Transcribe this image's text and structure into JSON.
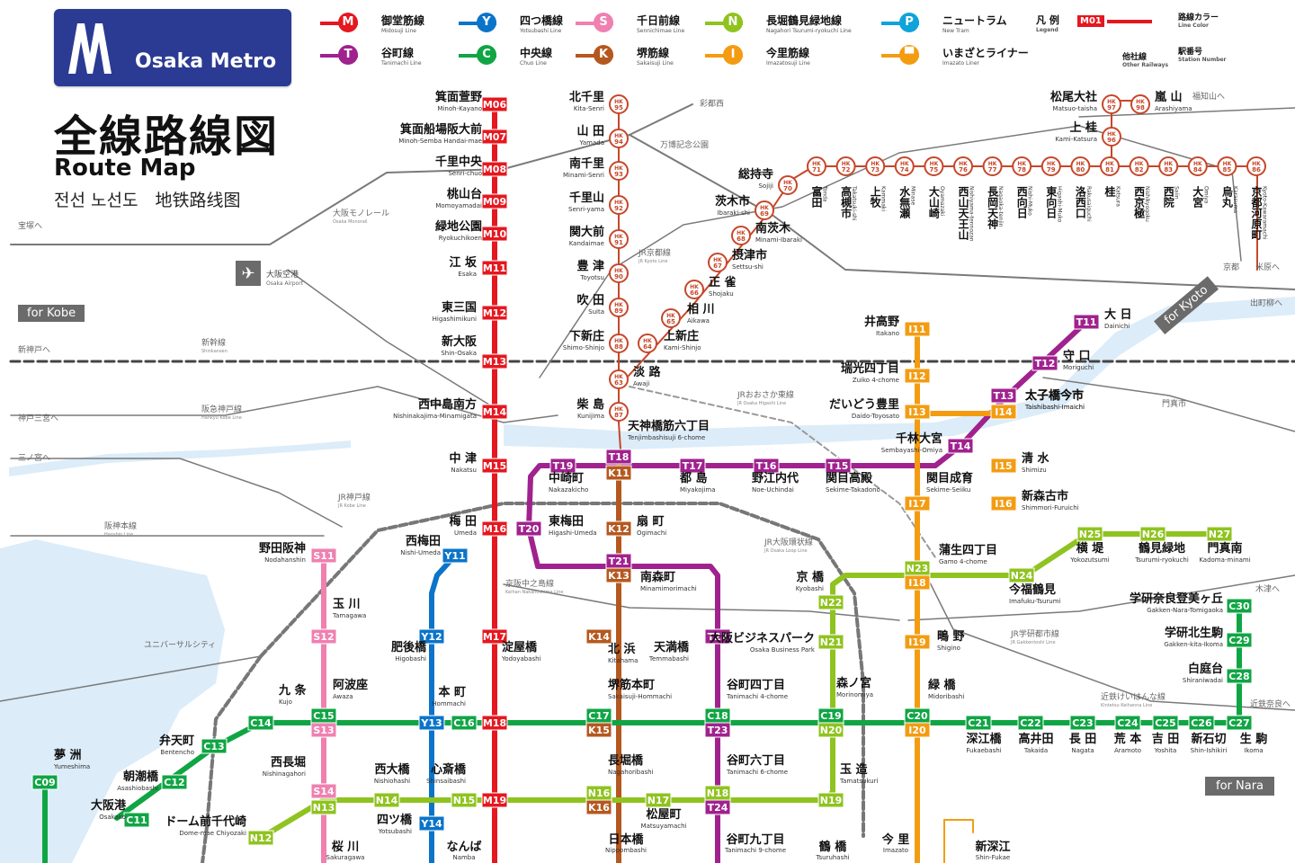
{
  "brand": {
    "logo_text": "Osaka Metro",
    "title": "全線路線図",
    "subtitle_en": "Route Map",
    "subtitle_multi": "전선 노선도　地铁路线图"
  },
  "colors": {
    "midosuji": "#e5171f",
    "tanimachi": "#a0228e",
    "yotsubashi": "#0b74c9",
    "chuo": "#10a544",
    "sennichimae": "#ef80b0",
    "sakaisuji": "#b5581f",
    "nagahori": "#8fc31f",
    "imazatosuji": "#f39c12",
    "newtram": "#0ea3d9",
    "hankyu": "#c6472a",
    "other": "#7a7a7a",
    "logo_bg": "#2b3a92"
  },
  "legend": [
    {
      "badge": "M",
      "name": "御堂筋線",
      "sub": "Midosuji Line",
      "color_key": "midosuji"
    },
    {
      "badge": "Y",
      "name": "四つ橋線",
      "sub": "Yotsubashi Line",
      "color_key": "yotsubashi"
    },
    {
      "badge": "S",
      "name": "千日前線",
      "sub": "Sennichimae Line",
      "color_key": "sennichimae"
    },
    {
      "badge": "N",
      "name": "長堀鶴見緑地線",
      "sub": "Nagahori Tsurumi-ryokuchi Line",
      "color_key": "nagahori"
    },
    {
      "badge": "P",
      "name": "ニュートラム",
      "sub": "New Tram",
      "color_key": "newtram"
    },
    {
      "badge": "T",
      "name": "谷町線",
      "sub": "Tanimachi Line",
      "color_key": "tanimachi"
    },
    {
      "badge": "C",
      "name": "中央線",
      "sub": "Chuo Line",
      "color_key": "chuo"
    },
    {
      "badge": "K",
      "name": "堺筋線",
      "sub": "Sakaisuji Line",
      "color_key": "sakaisuji"
    },
    {
      "badge": "I",
      "name": "今里筋線",
      "sub": "Imazatosuji Line",
      "color_key": "imazatosuji"
    },
    {
      "badge": "",
      "name": "いまざとライナー",
      "sub": "Imazato Liner",
      "color_key": "imazatosuji"
    }
  ],
  "key": {
    "heading": "凡 例",
    "heading_sub": "Legend",
    "sample_badge": "M01",
    "line_color": "路線カラー",
    "line_color_sub": "Line Color",
    "station_number": "駅番号",
    "station_number_sub": "Station Number",
    "other_railways": "他社線",
    "other_railways_sub": "Other Railways"
  },
  "signs": {
    "kobe": "for Kobe",
    "kyoto": "for Kyoto",
    "nara": "for Nara"
  },
  "airport": {
    "name": "大阪空港",
    "sub": "Osaka Airport"
  },
  "stations": [
    {
      "code": "M06",
      "ja": "箕面萱野",
      "en": "Minoh-Kayano",
      "line": "midosuji"
    },
    {
      "code": "M07",
      "ja": "箕面船場阪大前",
      "en": "Minoh-Semba Handai-mae",
      "line": "midosuji"
    },
    {
      "code": "M08",
      "ja": "千里中央",
      "en": "Senri-chuo",
      "line": "midosuji"
    },
    {
      "code": "M09",
      "ja": "桃山台",
      "en": "Momoyamadai",
      "line": "midosuji"
    },
    {
      "code": "M10",
      "ja": "緑地公園",
      "en": "Ryokuchikoen",
      "line": "midosuji"
    },
    {
      "code": "M11",
      "ja": "江 坂",
      "en": "Esaka",
      "line": "midosuji"
    },
    {
      "code": "M12",
      "ja": "東三国",
      "en": "Higashimikuni",
      "line": "midosuji"
    },
    {
      "code": "M13",
      "ja": "新大阪",
      "en": "Shin-Osaka",
      "line": "midosuji"
    },
    {
      "code": "M14",
      "ja": "西中島南方",
      "en": "Nishinakajima-Minamigata",
      "line": "midosuji"
    },
    {
      "code": "M15",
      "ja": "中 津",
      "en": "Nakatsu",
      "line": "midosuji"
    },
    {
      "code": "M16",
      "ja": "梅 田",
      "en": "Umeda",
      "line": "midosuji"
    },
    {
      "code": "M17",
      "ja": "淀屋橋",
      "en": "Yodoyabashi",
      "line": "midosuji"
    },
    {
      "code": "M18",
      "ja": "本 町",
      "en": "Hommachi",
      "line": "midosuji"
    },
    {
      "code": "M19",
      "ja": "心斎橋",
      "en": "Shinsaibashi",
      "line": "midosuji"
    },
    {
      "code": "HK95",
      "ja": "北千里",
      "en": "Kita-Senri",
      "line": "hankyu"
    },
    {
      "code": "HK94",
      "ja": "山 田",
      "en": "Yamada",
      "line": "hankyu"
    },
    {
      "code": "HK93",
      "ja": "南千里",
      "en": "Minami-Senri",
      "line": "hankyu"
    },
    {
      "code": "HK92",
      "ja": "千里山",
      "en": "Senri-yama",
      "line": "hankyu"
    },
    {
      "code": "HK91",
      "ja": "関大前",
      "en": "Kandaimae",
      "line": "hankyu"
    },
    {
      "code": "HK90",
      "ja": "豊 津",
      "en": "Toyotsu",
      "line": "hankyu"
    },
    {
      "code": "HK89",
      "ja": "吹 田",
      "en": "Suita",
      "line": "hankyu"
    },
    {
      "code": "HK88",
      "ja": "下新庄",
      "en": "Shimo-Shinjo",
      "line": "hankyu"
    },
    {
      "code": "HK63",
      "ja": "淡 路",
      "en": "Awaji",
      "line": "hankyu"
    },
    {
      "code": "HK87",
      "ja": "柴 島",
      "en": "Kunijima",
      "line": "hankyu"
    },
    {
      "code": "HK64",
      "ja": "上新庄",
      "en": "Kami-Shinjo",
      "line": "hankyu"
    },
    {
      "code": "HK65",
      "ja": "相 川",
      "en": "Aikawa",
      "line": "hankyu"
    },
    {
      "code": "HK66",
      "ja": "正 雀",
      "en": "Shojaku",
      "line": "hankyu"
    },
    {
      "code": "HK67",
      "ja": "摂津市",
      "en": "Settsu-shi",
      "line": "hankyu"
    },
    {
      "code": "HK68",
      "ja": "南茨木",
      "en": "Minami-Ibaraki",
      "line": "hankyu"
    },
    {
      "code": "HK69",
      "ja": "茨木市",
      "en": "Ibaraki-shi",
      "line": "hankyu"
    },
    {
      "code": "HK70",
      "ja": "総持寺",
      "en": "Sojiji",
      "line": "hankyu"
    },
    {
      "code": "HK96",
      "ja": "上 桂",
      "en": "Kami-Katsura",
      "line": "hankyu"
    },
    {
      "code": "HK97",
      "ja": "松尾大社",
      "en": "Matsuo-taisha",
      "line": "hankyu"
    },
    {
      "code": "HK98",
      "ja": "嵐 山",
      "en": "Arashiyama",
      "line": "hankyu"
    },
    {
      "code": "T11",
      "ja": "大 日",
      "en": "Dainichi",
      "line": "tanimachi"
    },
    {
      "code": "T12",
      "ja": "守 口",
      "en": "Moriguchi",
      "line": "tanimachi"
    },
    {
      "code": "T13",
      "ja": "太子橋今市",
      "en": "Taishibashi-Imaichi",
      "line": "tanimachi"
    },
    {
      "code": "T14",
      "ja": "千林大宮",
      "en": "Sembayashi-Omiya",
      "line": "tanimachi"
    },
    {
      "code": "T15",
      "ja": "関目高殿",
      "en": "Sekime-Takadono",
      "line": "tanimachi"
    },
    {
      "code": "T16",
      "ja": "野江内代",
      "en": "Noe-Uchindai",
      "line": "tanimachi"
    },
    {
      "code": "T17",
      "ja": "都 島",
      "en": "Miyakojima",
      "line": "tanimachi"
    },
    {
      "code": "T18",
      "ja": "天神橋筋六丁目",
      "en": "Tenjimbashisuji 6-chome",
      "line": "tanimachi"
    },
    {
      "code": "T19",
      "ja": "中崎町",
      "en": "Nakazakicho",
      "line": "tanimachi"
    },
    {
      "code": "T20",
      "ja": "東梅田",
      "en": "Higashi-Umeda",
      "line": "tanimachi"
    },
    {
      "code": "T21",
      "ja": "南森町",
      "en": "Minamimorimachi",
      "line": "tanimachi"
    },
    {
      "code": "T22",
      "ja": "天満橋",
      "en": "Temmabashi",
      "line": "tanimachi"
    },
    {
      "code": "T23",
      "ja": "谷町四丁目",
      "en": "Tanimachi 4-chome",
      "line": "tanimachi"
    },
    {
      "code": "T24",
      "ja": "谷町六丁目",
      "en": "Tanimachi 6-chome",
      "line": "tanimachi"
    },
    {
      "code": "",
      "ja": "谷町九丁目",
      "en": "Tanimachi 9-chome",
      "line": "tanimachi"
    },
    {
      "code": "I11",
      "ja": "井高野",
      "en": "Itakano",
      "line": "imazatosuji"
    },
    {
      "code": "I12",
      "ja": "瑞光四丁目",
      "en": "Zuiko 4-chome",
      "line": "imazatosuji"
    },
    {
      "code": "I13",
      "ja": "だいどう豊里",
      "en": "Daido-Toyosato",
      "line": "imazatosuji"
    },
    {
      "code": "I14",
      "ja": "太子橋今市",
      "en": "Taishibashi-Imaichi",
      "line": "imazatosuji"
    },
    {
      "code": "I15",
      "ja": "清 水",
      "en": "Shimizu",
      "line": "imazatosuji"
    },
    {
      "code": "I16",
      "ja": "新森古市",
      "en": "Shimmori-Furuichi",
      "line": "imazatosuji"
    },
    {
      "code": "I17",
      "ja": "関目成育",
      "en": "Sekime-Seiiku",
      "line": "imazatosuji"
    },
    {
      "code": "I18",
      "ja": "蒲生四丁目",
      "en": "Gamo 4-chome",
      "line": "imazatosuji"
    },
    {
      "code": "I19",
      "ja": "鴫 野",
      "en": "Shigino",
      "line": "imazatosuji"
    },
    {
      "code": "I20",
      "ja": "緑 橋",
      "en": "Midoribashi",
      "line": "imazatosuji"
    },
    {
      "code": "",
      "ja": "今 里",
      "en": "Imazato",
      "line": "imazatosuji"
    },
    {
      "code": "K11",
      "ja": "天神橋筋六丁目",
      "en": "Tenjimbashisuji 6-chome",
      "line": "sakaisuji"
    },
    {
      "code": "K12",
      "ja": "扇 町",
      "en": "Ogimachi",
      "line": "sakaisuji"
    },
    {
      "code": "K13",
      "ja": "南森町",
      "en": "Minamimorimachi",
      "line": "sakaisuji"
    },
    {
      "code": "K14",
      "ja": "北 浜",
      "en": "Kitahama",
      "line": "sakaisuji"
    },
    {
      "code": "K15",
      "ja": "堺筋本町",
      "en": "Sakaisuji-Hommachi",
      "line": "sakaisuji"
    },
    {
      "code": "K16",
      "ja": "長堀橋",
      "en": "Nagahoribashi",
      "line": "sakaisuji"
    },
    {
      "code": "",
      "ja": "日本橋",
      "en": "Nippombashi",
      "line": "sakaisuji"
    },
    {
      "code": "S11",
      "ja": "野田阪神",
      "en": "Nodahanshin",
      "line": "sennichimae"
    },
    {
      "code": "S12",
      "ja": "玉 川",
      "en": "Tamagawa",
      "line": "sennichimae"
    },
    {
      "code": "S13",
      "ja": "阿波座",
      "en": "Awaza",
      "line": "sennichimae"
    },
    {
      "code": "S14",
      "ja": "西長堀",
      "en": "Nishinagahori",
      "line": "sennichimae"
    },
    {
      "code": "Y11",
      "ja": "西梅田",
      "en": "Nishi-Umeda",
      "line": "yotsubashi"
    },
    {
      "code": "Y12",
      "ja": "肥後橋",
      "en": "Higobashi",
      "line": "yotsubashi"
    },
    {
      "code": "Y13",
      "ja": "本 町",
      "en": "Hommachi",
      "line": "yotsubashi"
    },
    {
      "code": "Y14",
      "ja": "四ツ橋",
      "en": "Yotsubashi",
      "line": "yotsubashi"
    },
    {
      "code": "",
      "ja": "なんば",
      "en": "Namba",
      "line": "yotsubashi"
    },
    {
      "code": "C09",
      "ja": "夢 洲",
      "en": "Yumeshima",
      "line": "chuo"
    },
    {
      "code": "C11",
      "ja": "大阪港",
      "en": "Osakako",
      "line": "chuo"
    },
    {
      "code": "C12",
      "ja": "朝潮橋",
      "en": "Asashiobashi",
      "line": "chuo"
    },
    {
      "code": "C13",
      "ja": "弁天町",
      "en": "Bentencho",
      "line": "chuo"
    },
    {
      "code": "C14",
      "ja": "九 条",
      "en": "Kujo",
      "line": "chuo"
    },
    {
      "code": "C15",
      "ja": "阿波座",
      "en": "Awaza",
      "line": "chuo"
    },
    {
      "code": "C16",
      "ja": "本 町",
      "en": "Hommachi",
      "line": "chuo"
    },
    {
      "code": "C17",
      "ja": "堺筋本町",
      "en": "Sakaisuji-Hommachi",
      "line": "chuo"
    },
    {
      "code": "C18",
      "ja": "谷町四丁目",
      "en": "Tanimachi 4-chome",
      "line": "chuo"
    },
    {
      "code": "C19",
      "ja": "森ノ宮",
      "en": "Morinomiya",
      "line": "chuo"
    },
    {
      "code": "C20",
      "ja": "緑 橋",
      "en": "Midoribashi",
      "line": "chuo"
    },
    {
      "code": "C21",
      "ja": "深江橋",
      "en": "Fukaebashi",
      "line": "chuo"
    },
    {
      "code": "C22",
      "ja": "高井田",
      "en": "Takaida",
      "line": "chuo"
    },
    {
      "code": "C23",
      "ja": "長 田",
      "en": "Nagata",
      "line": "chuo"
    },
    {
      "code": "N12",
      "ja": "ドーム前千代崎",
      "en": "Dome-mae Chiyozaki",
      "line": "nagahori"
    },
    {
      "code": "N13",
      "ja": "西長堀",
      "en": "Nishinagahori",
      "line": "nagahori"
    },
    {
      "code": "N14",
      "ja": "西大橋",
      "en": "Nishiohashi",
      "line": "nagahori"
    },
    {
      "code": "N15",
      "ja": "心斎橋",
      "en": "Shinsaibashi",
      "line": "nagahori"
    },
    {
      "code": "N16",
      "ja": "長堀橋",
      "en": "Nagahoribashi",
      "line": "nagahori"
    },
    {
      "code": "N17",
      "ja": "松屋町",
      "en": "Matsuyamachi",
      "line": "nagahori"
    },
    {
      "code": "N18",
      "ja": "谷町六丁目",
      "en": "Tanimachi 6-chome",
      "line": "nagahori"
    },
    {
      "code": "N19",
      "ja": "玉 造",
      "en": "Tamatsukuri",
      "line": "nagahori"
    },
    {
      "code": "N20",
      "ja": "森ノ宮",
      "en": "Morinomiya",
      "line": "nagahori"
    },
    {
      "code": "N21",
      "ja": "大阪ビジネスパーク",
      "en": "Osaka Business Park",
      "line": "nagahori"
    },
    {
      "code": "N22",
      "ja": "京 橋",
      "en": "Kyobashi",
      "line": "nagahori"
    },
    {
      "code": "N23",
      "ja": "蒲生四丁目",
      "en": "Gamo 4-chome",
      "line": "nagahori"
    },
    {
      "code": "N24",
      "ja": "今福鶴見",
      "en": "Imafuku-Tsurumi",
      "line": "nagahori"
    },
    {
      "code": "N25",
      "ja": "横 堤",
      "en": "Yokozutsumi",
      "line": "nagahori"
    },
    {
      "code": "N26",
      "ja": "鶴見緑地",
      "en": "Tsurumi-ryokuchi",
      "line": "nagahori"
    },
    {
      "code": "N27",
      "ja": "門真南",
      "en": "Kadoma-minami",
      "line": "nagahori"
    },
    {
      "code": "C24",
      "ja": "荒 本",
      "en": "Aramoto",
      "line": "chuo"
    },
    {
      "code": "C25",
      "ja": "吉 田",
      "en": "Yoshita",
      "line": "chuo"
    },
    {
      "code": "C26",
      "ja": "新石切",
      "en": "Shin-Ishikiri",
      "line": "chuo"
    },
    {
      "code": "C27",
      "ja": "生 駒",
      "en": "Ikoma",
      "line": "chuo"
    },
    {
      "code": "C28",
      "ja": "白庭台",
      "en": "Shiraniwadai",
      "line": "chuo"
    },
    {
      "code": "C29",
      "ja": "学研北生駒",
      "en": "Gakken-kita-Ikoma",
      "line": "chuo"
    },
    {
      "code": "C30",
      "ja": "学研奈良登美ヶ丘",
      "en": "Gakken-Nara-Tomigaoka",
      "line": "chuo"
    },
    {
      "code": "",
      "ja": "新深江",
      "en": "Shin-Fukae",
      "line": "imazatosuji"
    },
    {
      "code": "",
      "ja": "鶴 橋",
      "en": "Tsuruhashi",
      "line": "other"
    },
    {
      "code": "",
      "ja": "桜 川",
      "en": "Sakuragawa",
      "line": "sennichimae"
    }
  ],
  "hankyu_kyoto_stations": [
    {
      "code": "HK71",
      "ja": "富田",
      "en": "Tonda"
    },
    {
      "code": "HK72",
      "ja": "高槻市",
      "en": "Takatsuki-shi"
    },
    {
      "code": "HK73",
      "ja": "上牧",
      "en": "Kammaki"
    },
    {
      "code": "HK74",
      "ja": "水無瀬",
      "en": "Minase"
    },
    {
      "code": "HK75",
      "ja": "大山崎",
      "en": "Oyamazaki"
    },
    {
      "code": "HK76",
      "ja": "西山天王山",
      "en": "Nishiyama-tennozan"
    },
    {
      "code": "HK77",
      "ja": "長岡天神",
      "en": "Nagaoka-tenjin"
    },
    {
      "code": "HK78",
      "ja": "西向日",
      "en": "Nishi-Muko"
    },
    {
      "code": "HK79",
      "ja": "東向日",
      "en": "Higashi-Muko"
    },
    {
      "code": "HK80",
      "ja": "洛西口",
      "en": "Rakusaiguchi"
    },
    {
      "code": "HK81",
      "ja": "桂",
      "en": "Katsura"
    },
    {
      "code": "HK82",
      "ja": "西京極",
      "en": "Nishikyogoku"
    },
    {
      "code": "HK83",
      "ja": "西院",
      "en": "Saiin"
    },
    {
      "code": "HK84",
      "ja": "大宮",
      "en": "Omiya"
    },
    {
      "code": "HK85",
      "ja": "烏丸",
      "en": "Karasuma"
    },
    {
      "code": "HK86",
      "ja": "京都河原町",
      "en": "Kyoto-Kawaramachi"
    }
  ],
  "other_labels": [
    {
      "ja": "大阪モノレール",
      "en": "Osaka Monorail"
    },
    {
      "ja": "新幹線",
      "en": "Shinkansen"
    },
    {
      "ja": "JR京都線",
      "en": "JR Kyoto Line"
    },
    {
      "ja": "JR神戸線",
      "en": "JR Kobe Line"
    },
    {
      "ja": "JR大阪環状線",
      "en": "JR Osaka Loop Line"
    },
    {
      "ja": "JRおおさか東線",
      "en": "JR Osaka Higashi Line"
    },
    {
      "ja": "阪急神戸線",
      "en": "Hankyu Kobe Line"
    },
    {
      "ja": "阪神本線",
      "en": "Hanshin Line"
    },
    {
      "ja": "京阪中之島線",
      "en": "Keihan Nakanoshima Line"
    },
    {
      "ja": "JR学研都市線",
      "en": "JR Gakkentoshi Line"
    },
    {
      "ja": "近鉄けいはんな線",
      "en": "Kintetsu Keihanna Line"
    },
    {
      "ja": "ユニバーサルシティ",
      "en": ""
    },
    {
      "ja": "彩都西",
      "en": ""
    },
    {
      "ja": "万博記念公園",
      "en": ""
    },
    {
      "ja": "新神戸へ",
      "en": ""
    },
    {
      "ja": "宝塚へ",
      "en": ""
    },
    {
      "ja": "神戸三宮へ",
      "en": ""
    },
    {
      "ja": "三ノ宮へ",
      "en": ""
    },
    {
      "ja": "京都",
      "en": ""
    },
    {
      "ja": "米原へ",
      "en": ""
    },
    {
      "ja": "門真市",
      "en": ""
    },
    {
      "ja": "出町柳へ",
      "en": ""
    },
    {
      "ja": "福知山へ",
      "en": ""
    },
    {
      "ja": "木津へ",
      "en": ""
    },
    {
      "ja": "近鉄奈良へ",
      "en": ""
    }
  ]
}
